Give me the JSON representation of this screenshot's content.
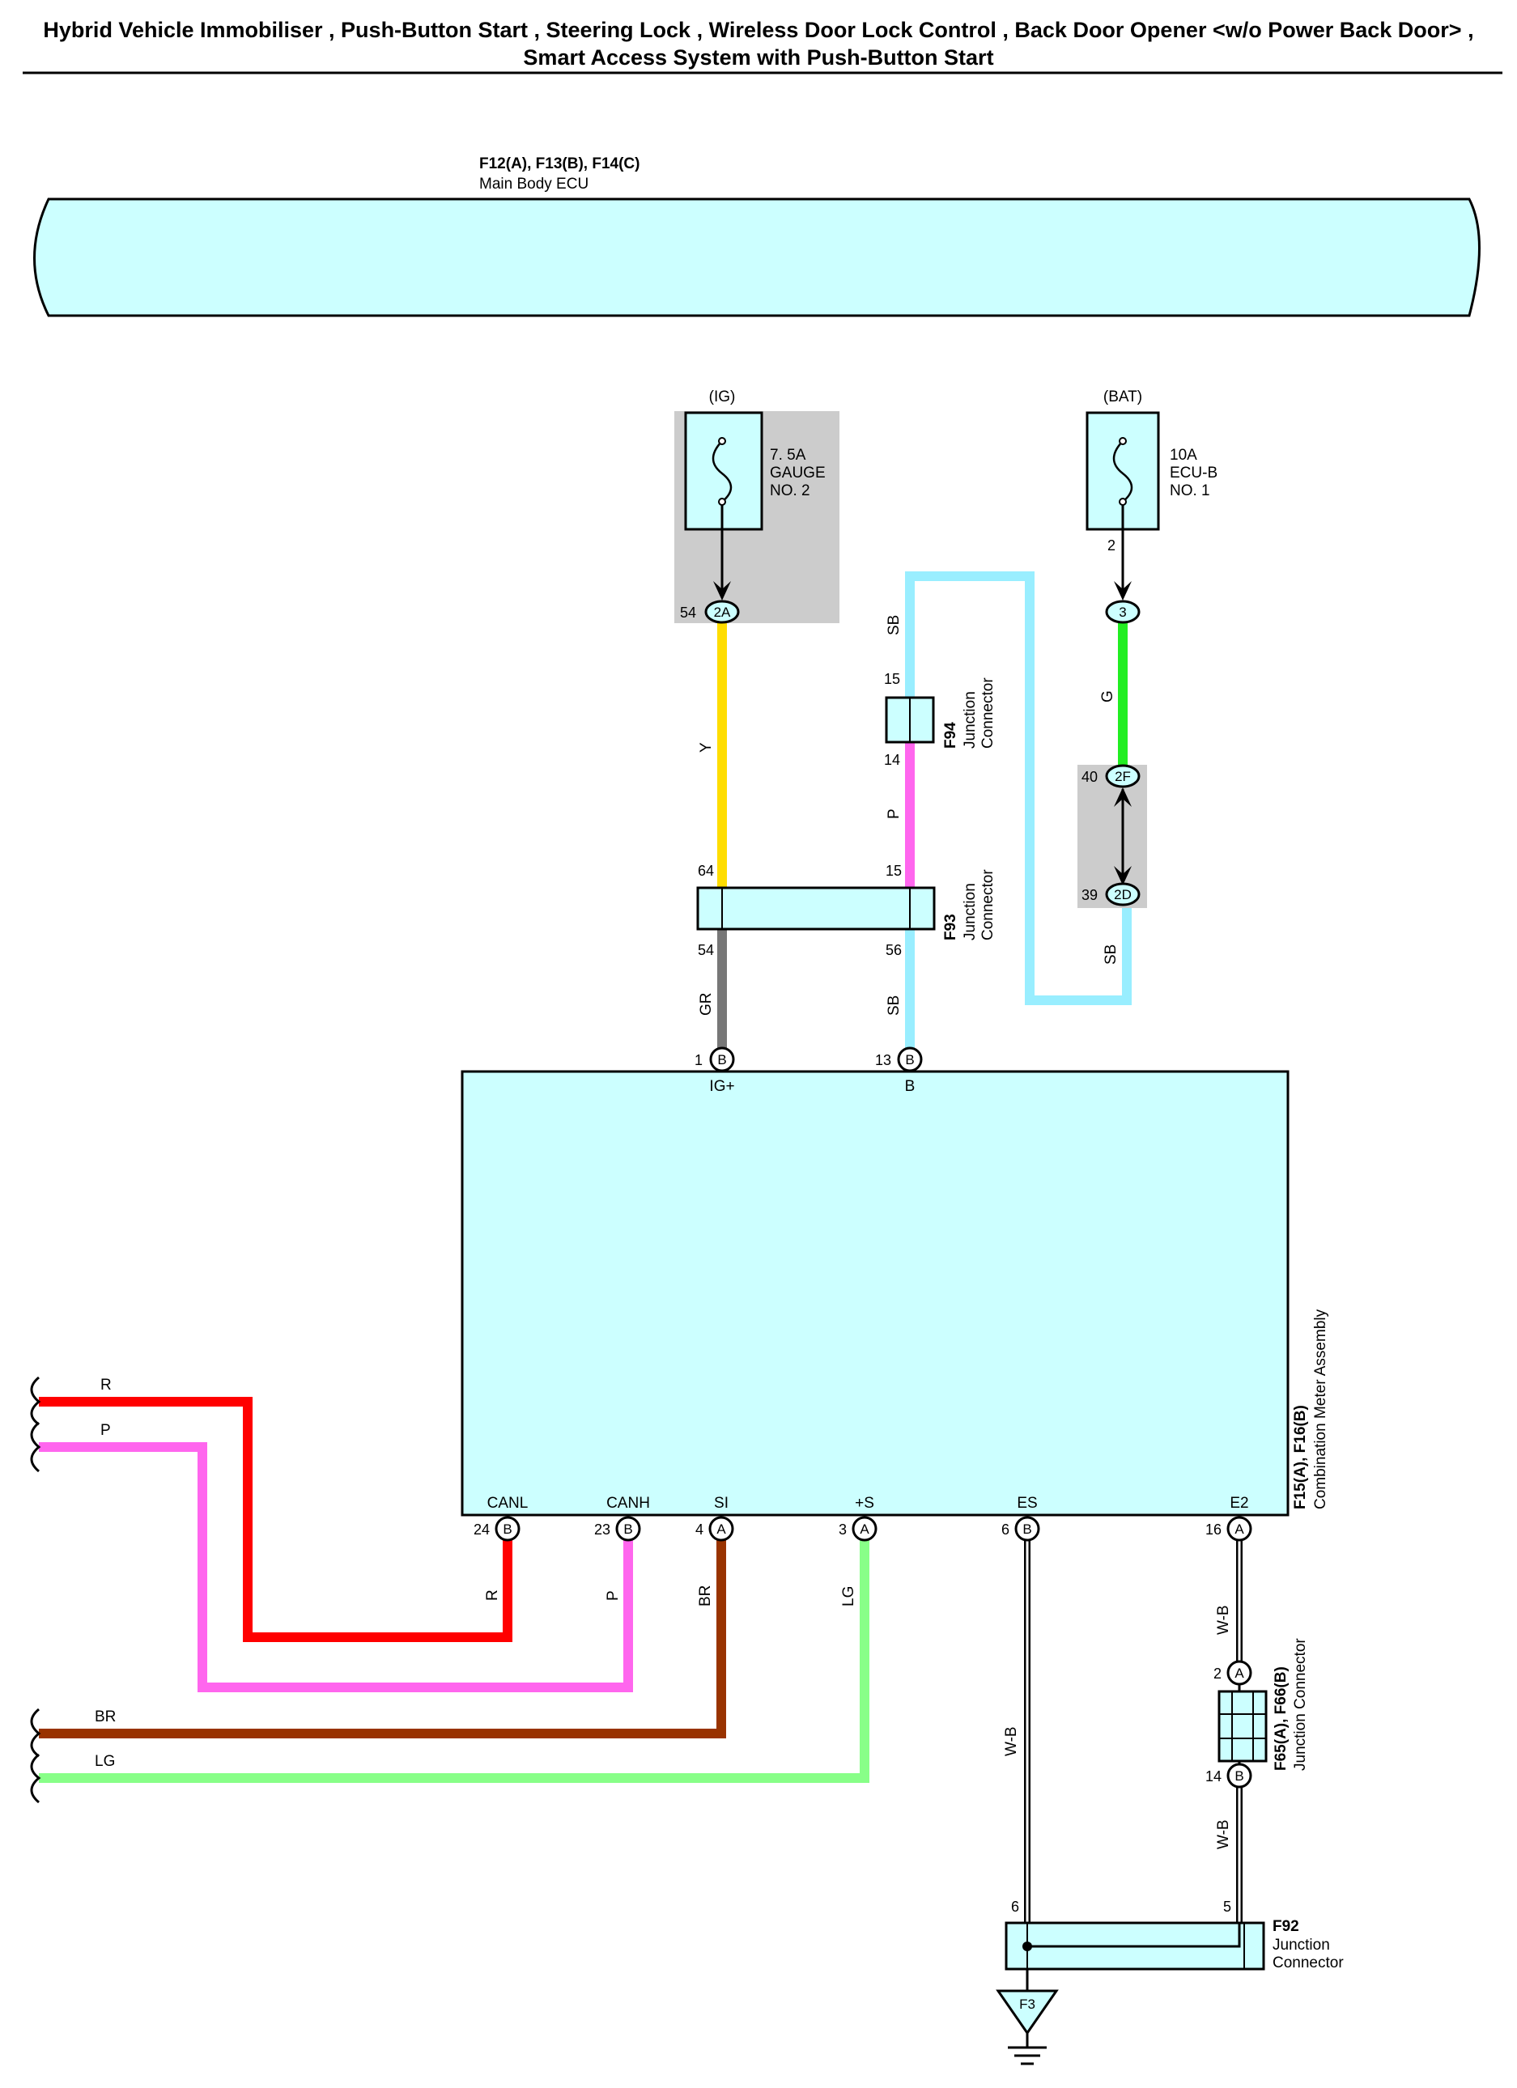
{
  "title": {
    "line1": "Hybrid Vehicle Immobiliser , Push-Button Start , Steering Lock , Wireless Door Lock Control , Back Door Opener <w/o Power Back Door> ,",
    "line2": "Smart Access System with Push-Button Start"
  },
  "main_body_ecu": {
    "code": "F12(A), F13(B), F14(C)",
    "name": "Main Body ECU"
  },
  "fuse_ig": {
    "supply": "(IG)",
    "rating": "7. 5A",
    "name_line1": "GAUGE",
    "name_line2": "NO. 2",
    "pin": "54",
    "conn": "2A"
  },
  "fuse_bat": {
    "supply": "(BAT)",
    "rating": "10A",
    "name_line1": "ECU-B",
    "name_line2": "NO. 1",
    "pin": "2",
    "conn": "3"
  },
  "conn_2f": {
    "pin": "40",
    "conn": "2F"
  },
  "conn_2d": {
    "pin": "39",
    "conn": "2D"
  },
  "f94": {
    "code": "F94",
    "line1": "Junction",
    "line2": "Connector",
    "pin_top": "15",
    "pin_bottom": "14"
  },
  "f93": {
    "code": "F93",
    "line1": "Junction",
    "line2": "Connector",
    "pin_tl": "64",
    "pin_tr": "15",
    "pin_bl": "54",
    "pin_br": "56"
  },
  "meter": {
    "code": "F15(A), F16(B)",
    "name": "Combination Meter Assembly",
    "top_pins": [
      {
        "num": "1",
        "conn": "B",
        "label": "IG+"
      },
      {
        "num": "13",
        "conn": "B",
        "label": "B"
      }
    ],
    "bottom_pins": [
      {
        "num": "24",
        "conn": "B",
        "label": "CANL"
      },
      {
        "num": "23",
        "conn": "B",
        "label": "CANH"
      },
      {
        "num": "4",
        "conn": "A",
        "label": "SI"
      },
      {
        "num": "3",
        "conn": "A",
        "label": "+S"
      },
      {
        "num": "6",
        "conn": "B",
        "label": "ES"
      },
      {
        "num": "16",
        "conn": "A",
        "label": "E2"
      }
    ]
  },
  "f65": {
    "code": "F65(A), F66(B)",
    "name": "Junction Connector",
    "pin_top": "2",
    "conn_top": "A",
    "pin_bottom": "14",
    "conn_bottom": "B"
  },
  "f92": {
    "code": "F92",
    "line1": "Junction",
    "line2": "Connector",
    "pin_left": "6",
    "pin_right": "5"
  },
  "ground": {
    "label": "F3"
  },
  "wires": {
    "y": "Y",
    "gr": "GR",
    "sb_upper": "SB",
    "p_mid": "P",
    "sb_mid": "SB",
    "g": "G",
    "sb_right": "SB",
    "r_left": "R",
    "p_left": "P",
    "br_left": "BR",
    "lg_left": "LG",
    "r_drop": "R",
    "p_drop": "P",
    "br_drop": "BR",
    "lg_drop": "LG",
    "wb_es": "W-B",
    "wb_e2": "W-B",
    "wb_f65": "W-B"
  },
  "colors": {
    "component_fill": "#ccffff",
    "shade": "#cccccc",
    "Y": "#ffdd00",
    "GR": "#777777",
    "SB": "#99eeff",
    "P": "#ff66ee",
    "G": "#22ee22",
    "R": "#ff0000",
    "BR": "#993300",
    "LG": "#88ff88"
  }
}
